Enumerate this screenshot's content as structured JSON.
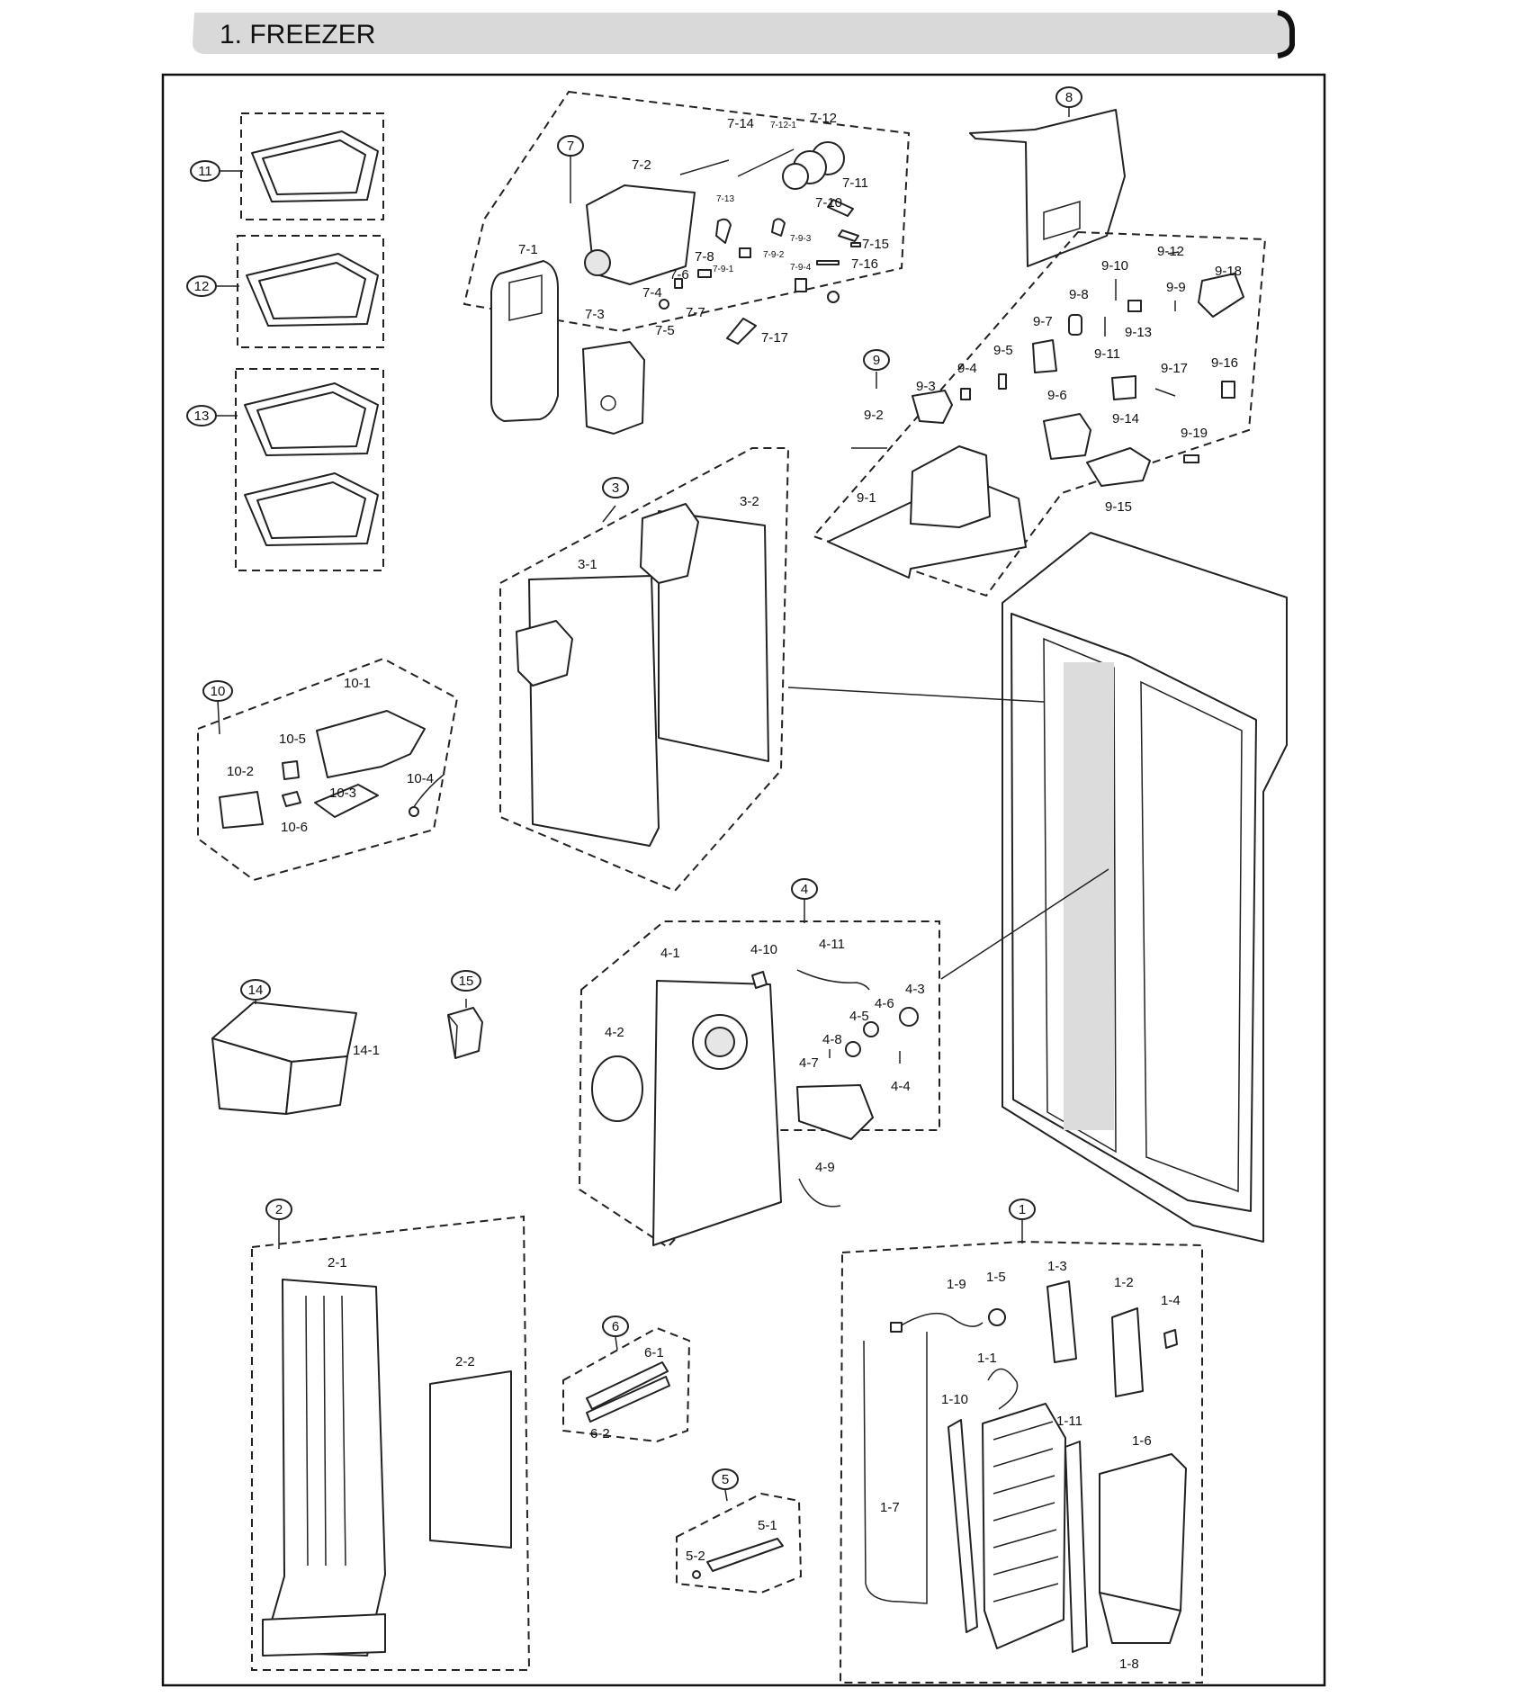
{
  "header": {
    "title": "1. FREEZER"
  },
  "groups": [
    "1",
    "2",
    "3",
    "4",
    "5",
    "6",
    "7",
    "8",
    "9",
    "10",
    "11",
    "12",
    "13",
    "14",
    "15"
  ],
  "parts": {
    "g1": [
      "1-1",
      "1-2",
      "1-3",
      "1-4",
      "1-5",
      "1-6",
      "1-7",
      "1-8",
      "1-9",
      "1-10",
      "1-11"
    ],
    "g2": [
      "2-1",
      "2-2"
    ],
    "g3": [
      "3-1",
      "3-2"
    ],
    "g4": [
      "4-1",
      "4-2",
      "4-3",
      "4-4",
      "4-5",
      "4-6",
      "4-7",
      "4-8",
      "4-9",
      "4-10",
      "4-11"
    ],
    "g5": [
      "5-1",
      "5-2"
    ],
    "g6": [
      "6-1",
      "6-2"
    ],
    "g7": [
      "7-1",
      "7-2",
      "7-3",
      "7-4",
      "7-5",
      "7-6",
      "7-7",
      "7-8",
      "7-10",
      "7-11",
      "7-12",
      "7-14",
      "7-15",
      "7-16",
      "7-17"
    ],
    "g7small": [
      "7-12-1",
      "7-13",
      "7-9-1",
      "7-9-2",
      "7-9-3",
      "7-9-4"
    ],
    "g9": [
      "9-1",
      "9-2",
      "9-3",
      "9-4",
      "9-5",
      "9-6",
      "9-7",
      "9-8",
      "9-9",
      "9-10",
      "9-11",
      "9-12",
      "9-13",
      "9-14",
      "9-15",
      "9-16",
      "9-17",
      "9-18",
      "9-19"
    ],
    "g10": [
      "10-1",
      "10-2",
      "10-3",
      "10-4",
      "10-5",
      "10-6"
    ],
    "g14": [
      "14-1"
    ]
  }
}
